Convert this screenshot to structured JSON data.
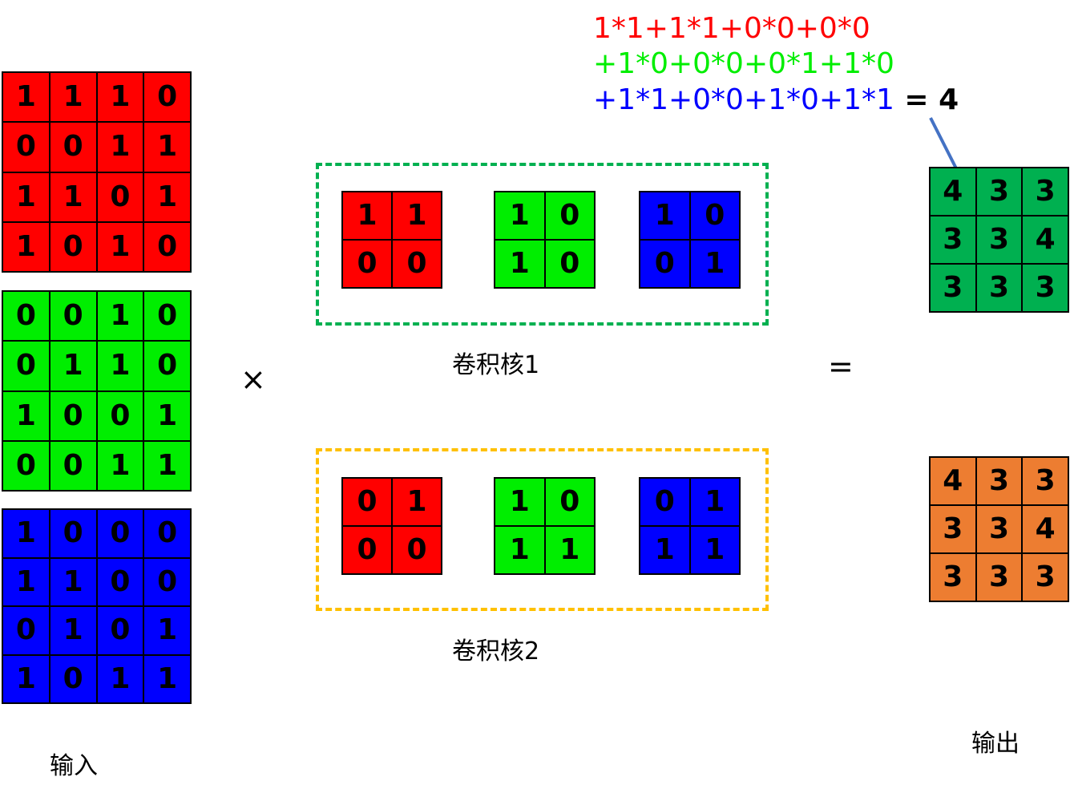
{
  "colors": {
    "red": "#ff0000",
    "green": "#00ee00",
    "blue": "#0000ff",
    "out1": "#00b050",
    "out2": "#ed7d31",
    "kernel1_border": "#00b050",
    "kernel2_border": "#ffc000",
    "arrow": "#4472c4"
  },
  "input": {
    "label": "输入",
    "channels": [
      {
        "color": "red",
        "rows": [
          [
            "1",
            "1",
            "1",
            "0"
          ],
          [
            "0",
            "0",
            "1",
            "1"
          ],
          [
            "1",
            "1",
            "0",
            "1"
          ],
          [
            "1",
            "0",
            "1",
            "0"
          ]
        ]
      },
      {
        "color": "green",
        "rows": [
          [
            "0",
            "0",
            "1",
            "0"
          ],
          [
            "0",
            "1",
            "1",
            "0"
          ],
          [
            "1",
            "0",
            "0",
            "1"
          ],
          [
            "0",
            "0",
            "1",
            "1"
          ]
        ]
      },
      {
        "color": "blue",
        "rows": [
          [
            "1",
            "0",
            "0",
            "0"
          ],
          [
            "1",
            "1",
            "0",
            "0"
          ],
          [
            "0",
            "1",
            "0",
            "1"
          ],
          [
            "1",
            "0",
            "1",
            "1"
          ]
        ]
      }
    ]
  },
  "operators": {
    "times": "×",
    "equals": "="
  },
  "kernels": [
    {
      "label": "卷积核1",
      "border": "kernel1_border",
      "channels": [
        {
          "color": "red",
          "rows": [
            [
              "1",
              "1"
            ],
            [
              "0",
              "0"
            ]
          ]
        },
        {
          "color": "green",
          "rows": [
            [
              "1",
              "0"
            ],
            [
              "1",
              "0"
            ]
          ]
        },
        {
          "color": "blue",
          "rows": [
            [
              "1",
              "0"
            ],
            [
              "0",
              "1"
            ]
          ]
        }
      ]
    },
    {
      "label": "卷积核2",
      "border": "kernel2_border",
      "channels": [
        {
          "color": "red",
          "rows": [
            [
              "0",
              "1"
            ],
            [
              "0",
              "0"
            ]
          ]
        },
        {
          "color": "green",
          "rows": [
            [
              "1",
              "0"
            ],
            [
              "1",
              "1"
            ]
          ]
        },
        {
          "color": "blue",
          "rows": [
            [
              "0",
              "1"
            ],
            [
              "1",
              "1"
            ]
          ]
        }
      ]
    }
  ],
  "formula": {
    "line1": "1*1+1*1+0*0+0*0",
    "line2": "+1*0+0*0+0*1+1*0",
    "line3": "+1*1+0*0+1*0+1*1",
    "result": " = 4"
  },
  "output": {
    "label": "输出",
    "maps": [
      {
        "color": "out1",
        "rows": [
          [
            "4",
            "3",
            "3"
          ],
          [
            "3",
            "3",
            "4"
          ],
          [
            "3",
            "3",
            "3"
          ]
        ]
      },
      {
        "color": "out2",
        "rows": [
          [
            "4",
            "3",
            "3"
          ],
          [
            "3",
            "3",
            "4"
          ],
          [
            "3",
            "3",
            "3"
          ]
        ]
      }
    ]
  }
}
